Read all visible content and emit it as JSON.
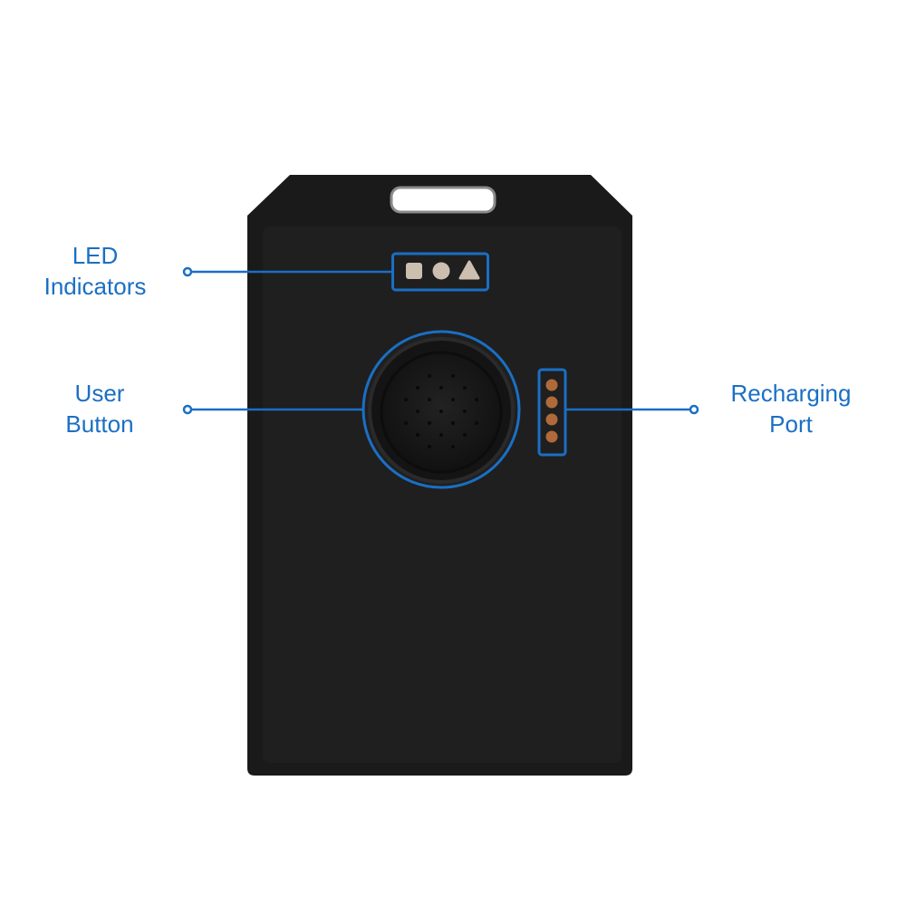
{
  "callouts": {
    "led": {
      "line1": "LED",
      "line2": "Indicators"
    },
    "button": {
      "line1": "User",
      "line2": "Button"
    },
    "port": {
      "line1": "Recharging",
      "line2": "Port"
    }
  },
  "colors": {
    "accent": "#1a6fc4",
    "device": "#1c1c1c",
    "led": "#cdbfb0",
    "contact": "#b06a3a"
  }
}
